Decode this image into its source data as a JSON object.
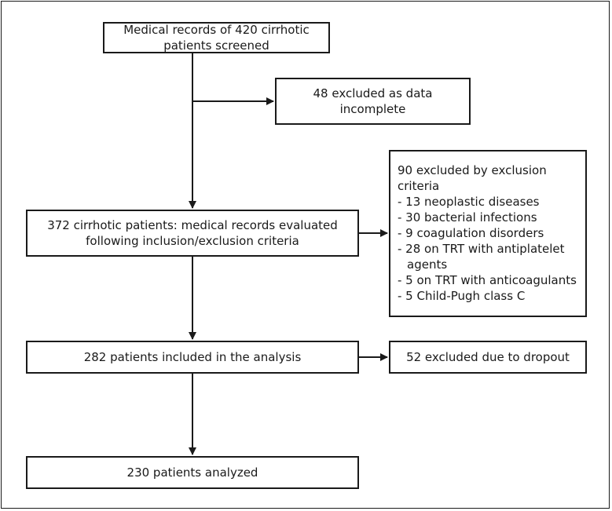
{
  "flowchart": {
    "screened": "Medical records of 420 cirrhotic patients screened",
    "incomplete": "48 excluded as data incomplete",
    "evaluated": "372 cirrhotic patients: medical records evaluated following inclusion/exclusion criteria",
    "exclusion": {
      "title": "90 excluded by exclusion criteria",
      "items": [
        "- 13 neoplastic diseases",
        "- 30 bacterial infections",
        "- 9 coagulation disorders",
        "- 28 on TRT with antiplatelet agents",
        "- 5 on TRT with anticoagulants",
        "- 5 Child-Pugh class C"
      ]
    },
    "included": "282 patients included in the analysis",
    "dropout": "52 excluded due to dropout",
    "analyzed": "230 patients analyzed"
  }
}
